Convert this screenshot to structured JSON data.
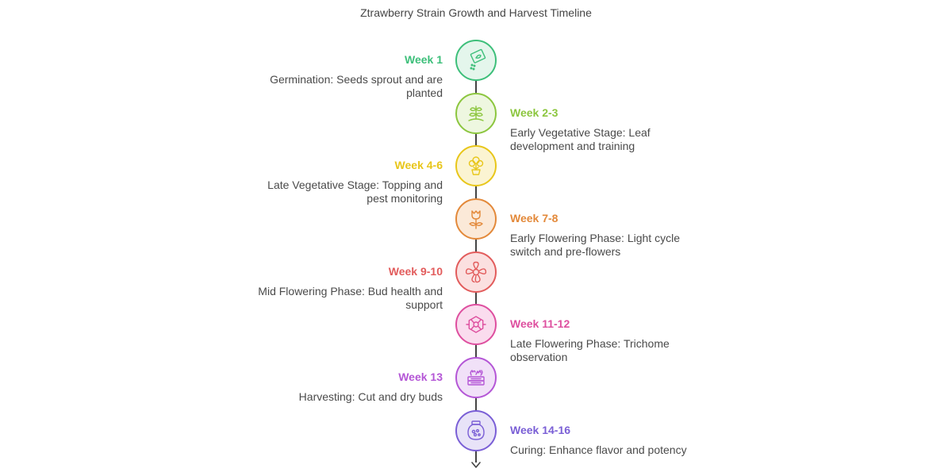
{
  "title": "Ztrawberry Strain Growth and Harvest Timeline",
  "stages": [
    {
      "week": "Week 1",
      "desc": "Germination: Seeds sprout and are planted",
      "color": "#3dbf7a",
      "fill": "#e4f6ec",
      "icon": "seed-packet-icon",
      "side": "left"
    },
    {
      "week": "Week 2-3",
      "desc": "Early Vegetative Stage: Leaf development and training",
      "color": "#8cc63f",
      "fill": "#eef7e0",
      "icon": "sprout-icon",
      "side": "right"
    },
    {
      "week": "Week 4-6",
      "desc": "Late Vegetative Stage: Topping and pest monitoring",
      "color": "#e8c61a",
      "fill": "#fbf4d2",
      "icon": "potted-plant-icon",
      "side": "left"
    },
    {
      "week": "Week 7-8",
      "desc": "Early Flowering Phase: Light cycle switch and pre-flowers",
      "color": "#e3893a",
      "fill": "#fbe9d8",
      "icon": "tulip-icon",
      "side": "right"
    },
    {
      "week": "Week 9-10",
      "desc": "Mid Flowering Phase: Bud health and support",
      "color": "#e25c5c",
      "fill": "#fbe0e0",
      "icon": "flower-icon",
      "side": "left"
    },
    {
      "week": "Week 11-12",
      "desc": "Late Flowering Phase: Trichome observation",
      "color": "#de4f9f",
      "fill": "#fadcee",
      "icon": "molecule-icon",
      "side": "right"
    },
    {
      "week": "Week 13",
      "desc": "Harvesting: Cut and dry buds",
      "color": "#b456d6",
      "fill": "#f1e1f8",
      "icon": "drying-tray-icon",
      "side": "left"
    },
    {
      "week": "Week 14-16",
      "desc": "Curing: Enhance flavor and potency",
      "color": "#7a5fd6",
      "fill": "#e8e3f8",
      "icon": "jar-icon",
      "side": "right"
    }
  ]
}
